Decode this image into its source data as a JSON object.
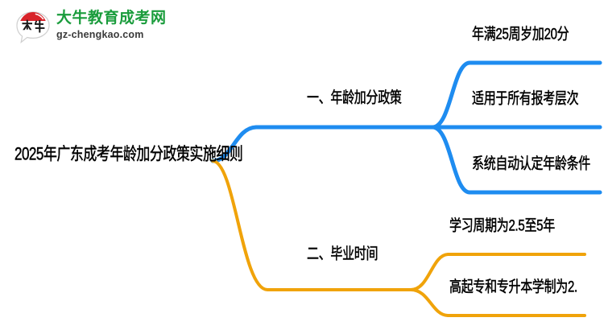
{
  "logo": {
    "mark_name": "da-niu-speech-bubble-logo",
    "mark_text": "大牛",
    "title": "大牛教育成考网",
    "subtitle": "gz-chengkao.com",
    "title_color": "#1a9c3c",
    "accent_red": "#d8232a"
  },
  "mindmap": {
    "root": {
      "label": "2025年广东成考年龄加分政策实施细则"
    },
    "branches": [
      {
        "label": "一、年龄加分政策",
        "color": "#1e8cf0",
        "children": [
          {
            "label": "年满25周岁加20分"
          },
          {
            "label": "适用于所有报考层次"
          },
          {
            "label": "系统自动认定年龄条件"
          }
        ]
      },
      {
        "label": "二、毕业时间",
        "color": "#f0a30a",
        "children": [
          {
            "label": "学习周期为2.5至5年"
          },
          {
            "label": "高起专和专升本学制为2."
          }
        ]
      }
    ]
  },
  "colors": {
    "blue": "#1e8cf0",
    "orange": "#f0a30a",
    "background": "#ffffff",
    "text": "#000000"
  }
}
